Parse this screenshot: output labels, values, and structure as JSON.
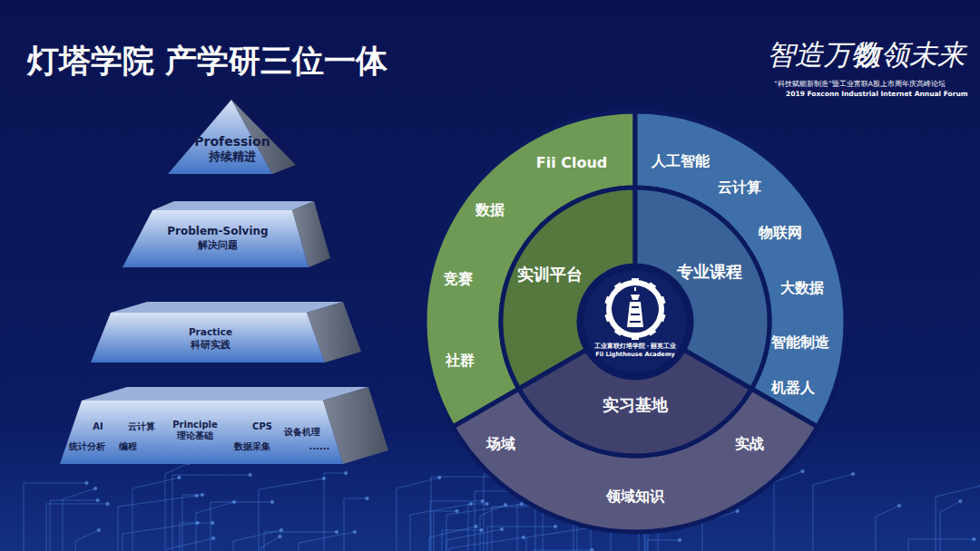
{
  "diagram": {
    "title": "灯塔学院 产学研三位一体",
    "nodes": [
      {
        "text": [
          "Profession",
          "持续精进"
        ]
      },
      {
        "text": [
          "Problem-Solving",
          "解决问题"
        ]
      },
      {
        "text": [
          "Practice",
          "科研实践"
        ]
      },
      {
        "text": [
          "AI",
          "云计算",
          "Principle 理论基础",
          "CPS",
          "设备机理",
          "统计分析",
          "编程",
          "数据采集",
          "......"
        ]
      },
      {
        "text": [
          "Fii Cloud",
          "数据",
          "竞赛",
          "社群"
        ]
      },
      {
        "text": [
          "人工智能",
          "云计算",
          "物联网",
          "大数据",
          "智能制造",
          "机器人"
        ]
      },
      {
        "text": [
          "场域",
          "实战",
          "领域知识"
        ]
      },
      {
        "text": [
          "实训平台"
        ]
      },
      {
        "text": [
          "专业课程"
        ]
      },
      {
        "text": [
          "实习基地"
        ]
      },
      {
        "text": [
          "工业富联灯塔学院 · 丽英工业",
          "Fii Lighthouse Academy"
        ]
      }
    ],
    "labels": [
      "智造万物",
      "数领未来",
      "“科技赋能新制造”暨工业富联A股上市周年庆高峰论坛",
      "2019 Foxconn Industrial Internet Annual Forum"
    ]
  }
}
